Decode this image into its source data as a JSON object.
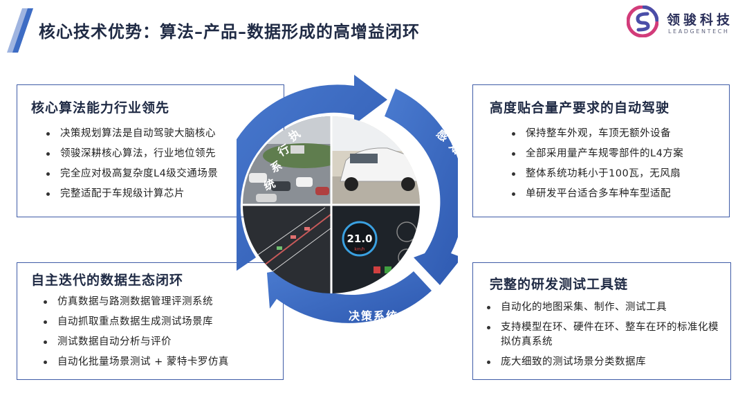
{
  "page": {
    "title": "核心技术优势：算法–产品–数据形成的高增益闭环"
  },
  "logo": {
    "name_cn": "领骏科技",
    "name_en": "LEADGENTECH"
  },
  "cycle": {
    "labels": {
      "execution": "执行系统",
      "perception": "感知系统",
      "decision": "决策系统"
    },
    "dashboard": {
      "speed_value": "21.0",
      "speed_unit": "km/h"
    }
  },
  "sections": {
    "top_left": {
      "title": "核心算法能力行业领先",
      "items": [
        "决策规划算法是自动驾驶大脑核心",
        "领骏深耕核心算法，行业地位领先",
        "完全应对极高复杂度L4级交通场景",
        "完整适配于车规级计算芯片"
      ]
    },
    "top_right": {
      "title": "高度贴合量产要求的自动驾驶",
      "items": [
        "保持整车外观，车顶无额外设备",
        "全部采用量产车规零部件的L4方案",
        "整体系统功耗小于100瓦，无风扇",
        "单研发平台适合多车种车型适配"
      ]
    },
    "bottom_left": {
      "title": "自主迭代的数据生态闭环",
      "items": [
        "仿真数据与路测数据管理评测系统",
        "自动抓取重点数据生成测试场景库",
        "测试数据自动分析与评价",
        "自动化批量场景测试 + 蒙特卡罗仿真"
      ]
    },
    "bottom_right": {
      "title": "完整的研发测试工具链",
      "items": [
        "自动化的地图采集、制作、测试工具",
        "支持模型在环、硬件在环、整车在环的标准化模拟仿真系统",
        "庞大细致的测试场景分类数据库"
      ]
    }
  },
  "colors": {
    "accent": "#3d6cc4",
    "accent_dark": "#2e4f9e",
    "title": "#1f2a44",
    "border": "#3d5aa6"
  }
}
